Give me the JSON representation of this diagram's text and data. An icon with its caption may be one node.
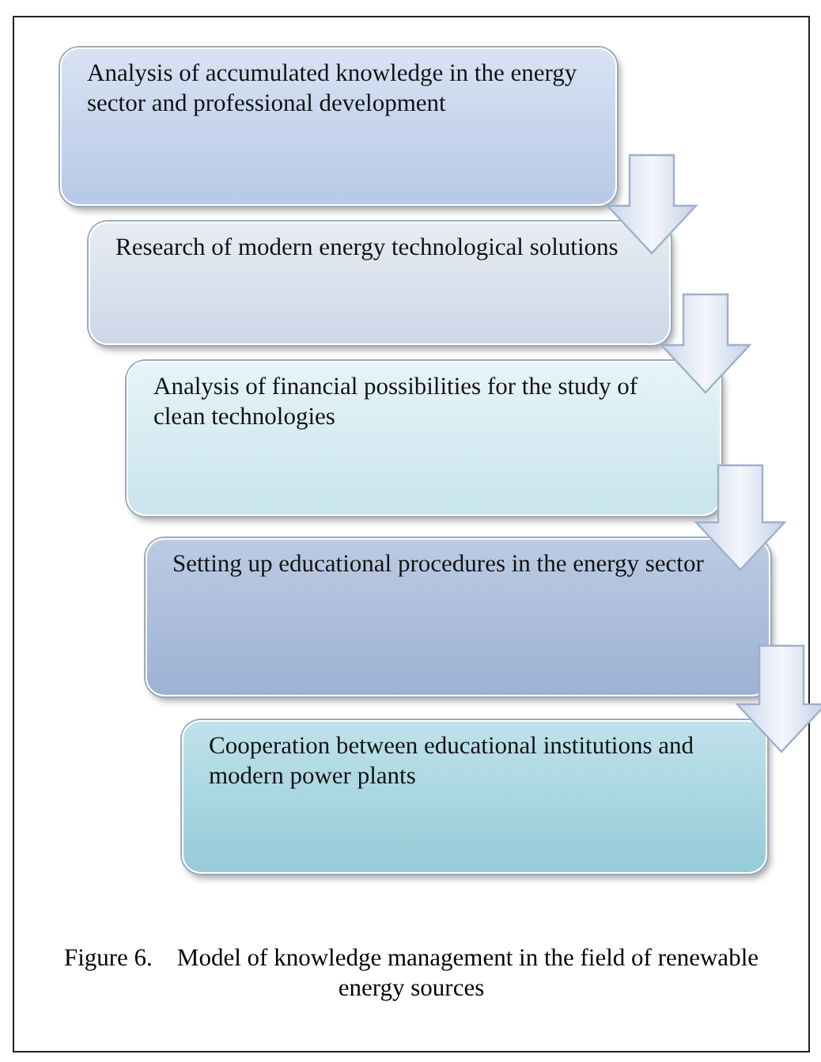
{
  "diagram": {
    "caption": "Figure 6.    Model of knowledge management in the field of renewable energy sources",
    "nodes": [
      {
        "text": [
          "Analysis of accumulated knowledge in the energy sector and professional development"
        ]
      },
      {
        "text": [
          "Research of modern energy technological solutions"
        ]
      },
      {
        "text": [
          "Analysis of financial possibilities for the study of clean technologies"
        ]
      },
      {
        "text": [
          "Setting up educational procedures in the energy sector"
        ]
      },
      {
        "text": [
          "Cooperation between educational institutions and modern power plants"
        ]
      }
    ],
    "edges": [
      {
        "from": 0,
        "to": 1,
        "arrow": "to"
      },
      {
        "from": 1,
        "to": 2,
        "arrow": "to"
      },
      {
        "from": 2,
        "to": 3,
        "arrow": "to"
      },
      {
        "from": 3,
        "to": 4,
        "arrow": "to"
      }
    ]
  }
}
